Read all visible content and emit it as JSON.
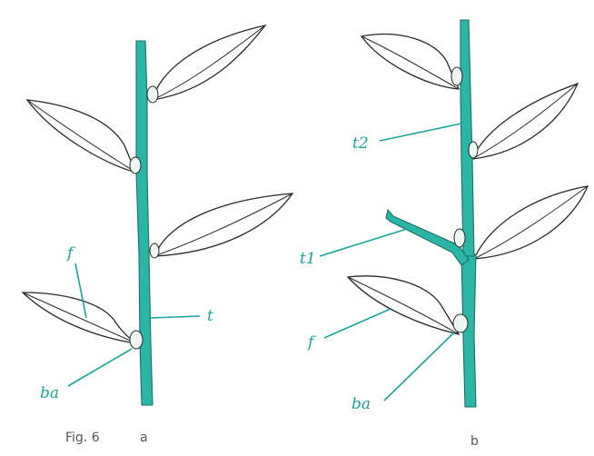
{
  "figure": {
    "caption": "Fig. 6",
    "panel_a": "a",
    "panel_b": "b"
  },
  "labels": {
    "a_leaf": "f",
    "a_stem": "t",
    "a_bud": "ba",
    "b_shoot2": "t2",
    "b_shoot1": "t1",
    "b_leaf": "f",
    "b_bud": "ba"
  },
  "colors": {
    "stem": "#2ab5a5",
    "label": "#19a596"
  }
}
